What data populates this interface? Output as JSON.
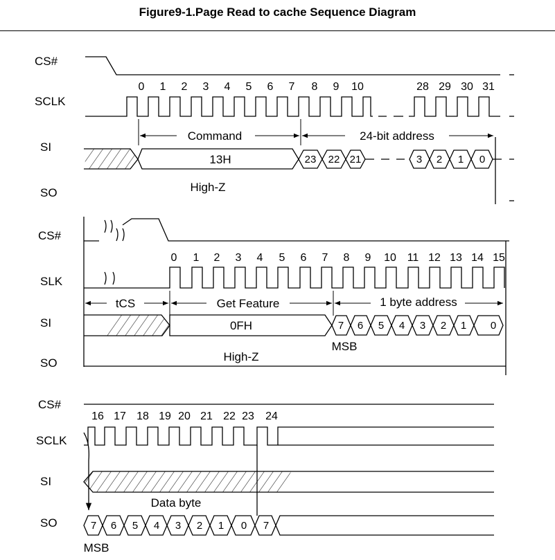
{
  "title": "Figure9-1.Page Read to cache Sequence Diagram",
  "panel1": {
    "signals": [
      "CS#",
      "SCLK",
      "SI",
      "SO"
    ],
    "clock_numbers": [
      "0",
      "1",
      "2",
      "3",
      "4",
      "5",
      "6",
      "7",
      "8",
      "9",
      "10",
      "28",
      "29",
      "30",
      "31"
    ],
    "command_label": "Command",
    "address_label": "24-bit address",
    "command_value": "13H",
    "address_bits_high": [
      "23",
      "22",
      "21"
    ],
    "address_bits_low": [
      "3",
      "2",
      "1",
      "0"
    ],
    "so_label": "High-Z"
  },
  "panel2": {
    "signals": [
      "CS#",
      "SLK",
      "SI",
      "SO"
    ],
    "clock_numbers": [
      "0",
      "1",
      "2",
      "3",
      "4",
      "5",
      "6",
      "7",
      "8",
      "9",
      "10",
      "11",
      "12",
      "13",
      "14",
      "15"
    ],
    "tcs_label": "tCS",
    "feature_label": "Get Feature",
    "address_label": "1 byte address",
    "feature_value": "0FH",
    "address_bits": [
      "7",
      "6",
      "5",
      "4",
      "3",
      "2",
      "1",
      "0"
    ],
    "msb_label": "MSB",
    "so_label": "High-Z"
  },
  "panel3": {
    "signals": [
      "CS#",
      "SCLK",
      "SI",
      "SO"
    ],
    "clock_numbers": [
      "16",
      "17",
      "18",
      "19",
      "20",
      "21",
      "22",
      "23",
      "24"
    ],
    "data_label": "Data byte",
    "data_bits": [
      "7",
      "6",
      "5",
      "4",
      "3",
      "2",
      "1",
      "0",
      "7"
    ],
    "msb_label": "MSB"
  }
}
